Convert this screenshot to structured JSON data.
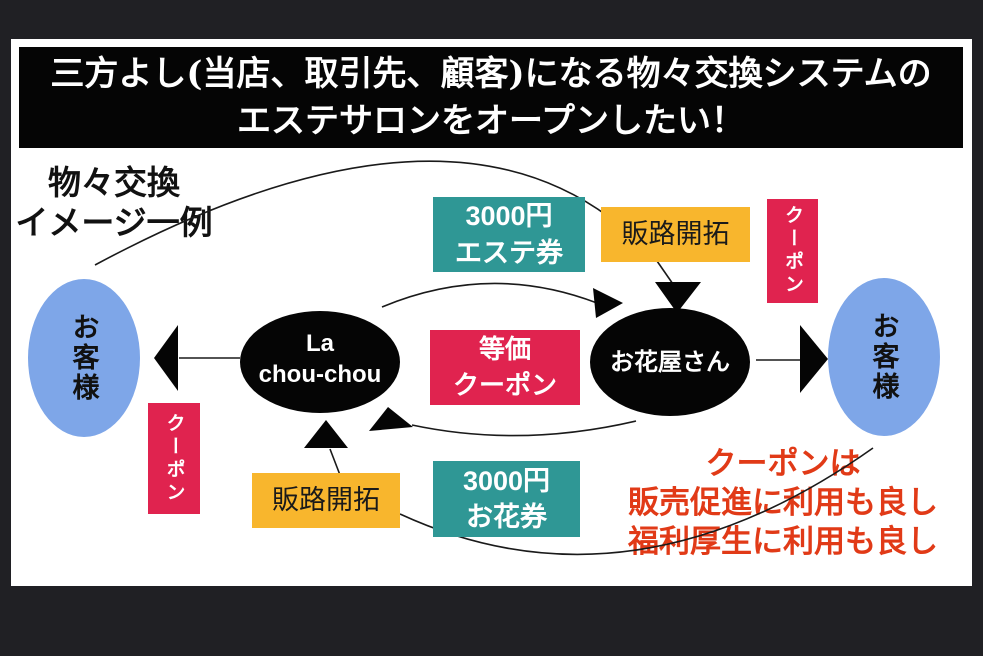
{
  "title": {
    "line1": "三方よし(当店、取引先、顧客)になる物々交換システムの",
    "line2": "エステサロンをオープンしたい！"
  },
  "subtitle": {
    "line1": "物々交換",
    "line2": "イメージ一例"
  },
  "nodes": {
    "customer_left": "お客様",
    "salon_line1": "La",
    "salon_line2": "chou-chou",
    "florist": "お花屋さん",
    "customer_right": "お客様"
  },
  "tags": {
    "este_ticket_line1": "3000円",
    "este_ticket_line2": "エステ券",
    "sales_channel_top": "販路開拓",
    "coupon_right": "クーポン",
    "equal_coupon_line1": "等価",
    "equal_coupon_line2": "クーポン",
    "flower_ticket_line1": "3000円",
    "flower_ticket_line2": "お花券",
    "sales_channel_bottom": "販路開拓",
    "coupon_left": "クーポン"
  },
  "note": {
    "line1": "クーポンは",
    "line2": "販売促進に利用も良し",
    "line3": "福利厚生に利用も良し"
  },
  "colors": {
    "frame_bg": "#202024",
    "banner_bg": "#050505",
    "teal": "#2f9795",
    "yellow": "#f8b62d",
    "crimson": "#e0234f",
    "blue": "#7ea6e8",
    "note_red": "#e13a17",
    "ink": "#111111"
  }
}
